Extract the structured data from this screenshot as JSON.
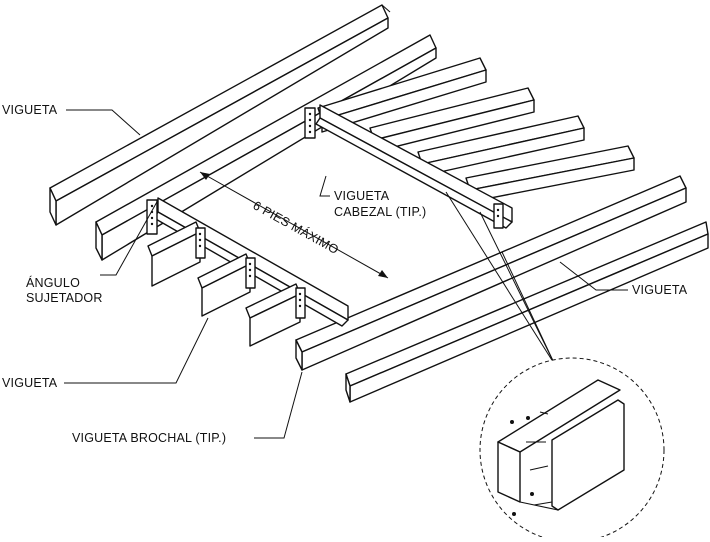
{
  "labels": {
    "joist_top_left": "VIGUETA",
    "joist_right": "VIGUETA",
    "joist_left_bottom": "VIGUETA",
    "header_line1": "VIGUETA",
    "header_line2": "CABEZAL (TIP.)",
    "angle_line1": "ÁNGULO",
    "angle_line2": "SUJETADOR",
    "trimmer": "VIGUETA BROCHAL (TIP.)",
    "dimension": "6 PIES MÁXIMO"
  },
  "colors": {
    "line": "#111111",
    "background": "#ffffff"
  }
}
